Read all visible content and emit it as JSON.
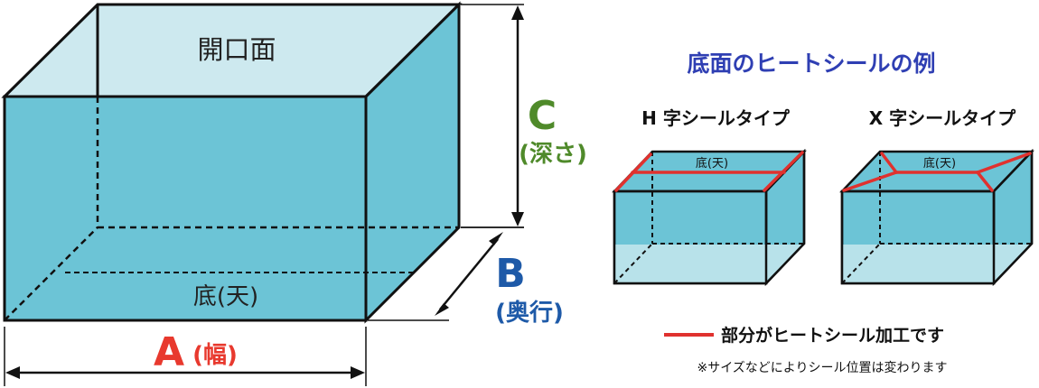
{
  "main_box": {
    "top_label": "開口面",
    "bottom_label": "底(天)"
  },
  "dimensions": {
    "a_letter": "A",
    "a_text": "(幅)",
    "b_letter": "B",
    "b_text": "(奥行)",
    "c_letter": "C",
    "c_text": "(深さ)"
  },
  "examples": {
    "title": "底面のヒートシールの例",
    "h_type_label": "H 字シールタイプ",
    "x_type_label": "X 字シールタイプ",
    "small_box_top_label": "底(天)"
  },
  "legend": {
    "label": "部分がヒートシール加工です"
  },
  "note": "※サイズなどによりシール位置は変わります",
  "colors": {
    "face_front": "#6cc4d6",
    "face_top": "#cde9ef",
    "face_bottom": "#b8e2ea",
    "seal_red": "#e0312e",
    "label_a": "#e8392e",
    "label_b": "#1e5aa8",
    "label_c": "#4f8a2a",
    "title_blue": "#2f3fb3"
  }
}
